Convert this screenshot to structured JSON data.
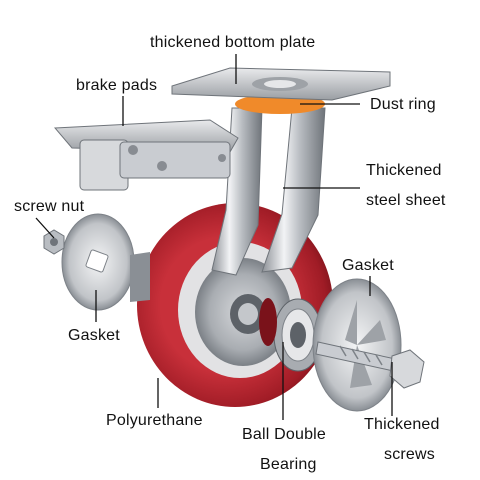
{
  "labels": {
    "bottom_plate": "thickened bottom plate",
    "brake_pads": "brake pads",
    "dust_ring": "Dust ring",
    "thickened_steel_1": "Thickened",
    "thickened_steel_2": "steel sheet",
    "screw_nut": "screw nut",
    "gasket_right": "Gasket",
    "gasket_left": "Gasket",
    "polyurethane": "Polyurethane",
    "ball_bearing_1": "Ball Double",
    "ball_bearing_2": "Bearing",
    "thickened_screws_1": "Thickened",
    "thickened_screws_2": "screws"
  },
  "colors": {
    "wheel_red": "#b3242e",
    "wheel_dark": "#7a121a",
    "steel": "#c9ccd1",
    "steel_dark": "#7d8288",
    "dust_ring": "#f08a2a",
    "leader": "#111111"
  }
}
